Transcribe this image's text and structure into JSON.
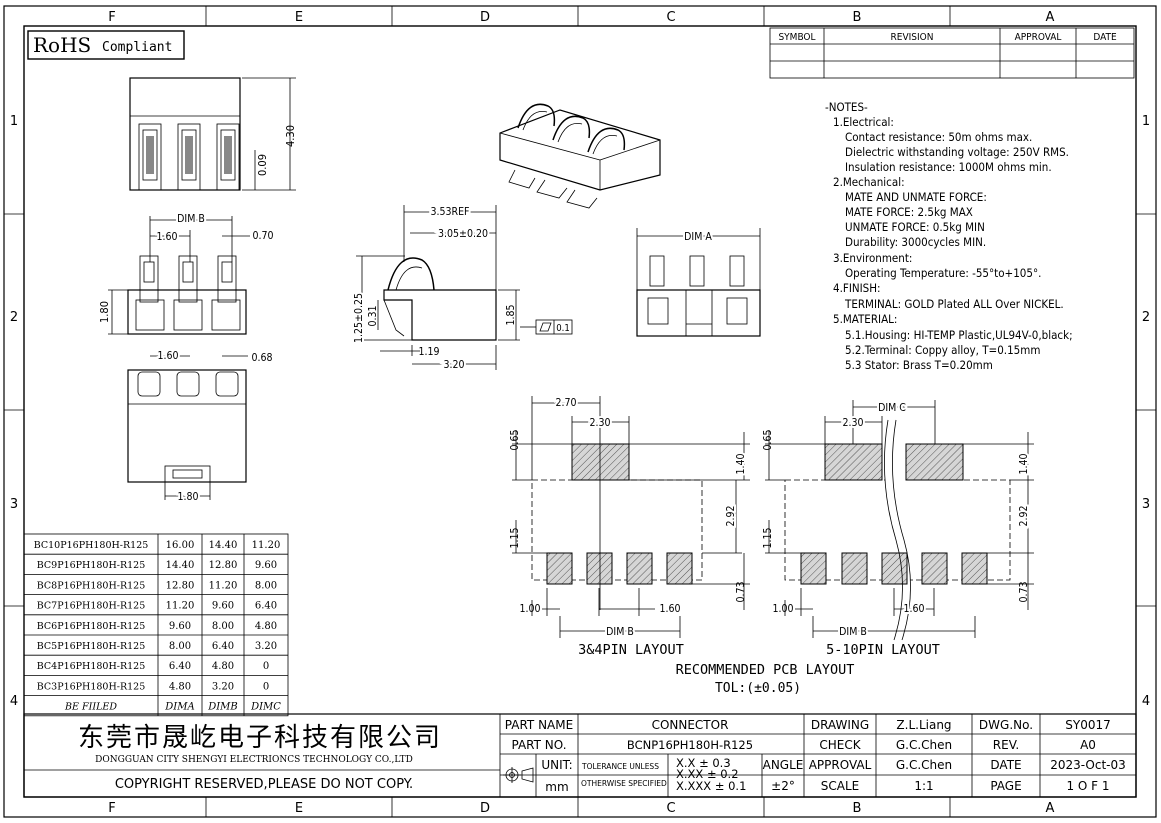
{
  "border": {
    "top_letters": [
      "F",
      "E",
      "D",
      "C",
      "B",
      "A"
    ],
    "bottom_letters": [
      "F",
      "E",
      "D",
      "C",
      "B",
      "A"
    ],
    "side_numbers": [
      "1",
      "2",
      "3",
      "4"
    ]
  },
  "logo": {
    "rohs": "RoHS",
    "compliant": "Compliant"
  },
  "revision_table": {
    "headers": [
      "SYMBOL",
      "REVISION",
      "APPROVAL",
      "DATE"
    ]
  },
  "notes": [
    "-NOTES-",
    "1.Electrical:",
    "Contact resistance: 50m ohms max.",
    "Dielectric withstanding voltage: 250V RMS.",
    "Insulation resistance: 1000M ohms min.",
    "2.Mechanical:",
    "MATE AND UNMATE FORCE:",
    "MATE FORCE: 2.5kg MAX",
    "UNMATE FORCE: 0.5kg MIN",
    "Durability: 3000cycles MIN.",
    "3.Environment:",
    "Operating Temperature: -55°to+105°.",
    "4.FINISH:",
    "TERMINAL:  GOLD Plated ALL Over NICKEL.",
    "5.MATERIAL:",
    "5.1.Housing: HI-TEMP Plastic,UL94V-0,black;",
    "5.2.Terminal: Coppy alloy, T=0.15mm",
    "5.3 Stator: Brass   T=0.20mm"
  ],
  "dims": {
    "top_height": "4.30",
    "top_small": "0.09",
    "dim_b": "DIM B",
    "pitch_a": "1.60",
    "w070": "0.70",
    "h180": "1.80",
    "pitch_b": "1.60",
    "w068": "0.68",
    "bottom_w": "1.80",
    "ref353": "3.53REF",
    "d305": "3.05±0.20",
    "h125": "1.25±0.25",
    "h031": "0.31",
    "d119": "1.19",
    "d320": "3.20",
    "h185": "1.85",
    "flat": "0.1",
    "dim_a": "DIM A"
  },
  "pcb": {
    "left": {
      "w270": "2.70",
      "w230": "2.30",
      "h065": "0.65",
      "h140": "1.40",
      "h292": "2.92",
      "h115": "1.15",
      "h073": "0.73",
      "w100": "1.00",
      "w160": "1.60",
      "dim_b": "DIM B",
      "title": "3&4PIN LAYOUT"
    },
    "right": {
      "dim_c": "DIM C",
      "w230": "2.30",
      "h065": "0.65",
      "h140": "1.40",
      "h292": "2.92",
      "h115": "1.15",
      "h073": "0.73",
      "w100": "1.00",
      "w160": "1.60",
      "dim_b": "DIM B",
      "title": "5-10PIN LAYOUT"
    },
    "caption": "RECOMMENDED PCB LAYOUT",
    "tolerance": "TOL:(±0.05)"
  },
  "part_table": {
    "rows": [
      [
        "BC10P16PH180H-R125",
        "16.00",
        "14.40",
        "11.20"
      ],
      [
        "BC9P16PH180H-R125",
        "14.40",
        "12.80",
        "9.60"
      ],
      [
        "BC8P16PH180H-R125",
        "12.80",
        "11.20",
        "8.00"
      ],
      [
        "BC7P16PH180H-R125",
        "11.20",
        "9.60",
        "6.40"
      ],
      [
        "BC6P16PH180H-R125",
        "9.60",
        "8.00",
        "4.80"
      ],
      [
        "BC5P16PH180H-R125",
        "8.00",
        "6.40",
        "3.20"
      ],
      [
        "BC4P16PH180H-R125",
        "6.40",
        "4.80",
        "0"
      ],
      [
        "BC3P16PH180H-R125",
        "4.80",
        "3.20",
        "0"
      ]
    ],
    "footer": [
      "BE FIILED",
      "DIMA",
      "DIMB",
      "DIMC"
    ]
  },
  "title_block": {
    "company_cn": "东莞市晟屹电子科技有限公司",
    "company_en": "DONGGUAN CITY SHENGYI ELECTRIONCS TECHNOLOGY CO.,LTD",
    "copyright": "COPYRIGHT RESERVED,PLEASE DO NOT COPY.",
    "part_name_label": "PART NAME",
    "part_name": "CONNECTOR",
    "part_no_label": "PART NO.",
    "part_no": "BCNP16PH180H-R125",
    "unit_label": "UNIT:",
    "unit": "mm",
    "tol_unless": "TOLERANCE UNLESS",
    "tol_otherwise": "OTHERWISE SPECIFIED",
    "tol1": "X.X ± 0.3",
    "tol2": "X.XX ± 0.2",
    "tol3": "X.XXX ± 0.1",
    "angle_label": "ANGLE",
    "angle": "±2°",
    "drawing_label": "DRAWING",
    "drawing": "Z.L.Liang",
    "check_label": "CHECK",
    "check": "G.C.Chen",
    "approval_label": "APPROVAL",
    "approval": "G.C.Chen",
    "scale_label": "SCALE",
    "scale": "1:1",
    "dwg_label": "DWG.No.",
    "dwg": "SY0017",
    "rev_label": "REV.",
    "rev": "A0",
    "date_label": "DATE",
    "date": "2023-Oct-03",
    "page_label": "PAGE",
    "page": "1 O F 1"
  }
}
